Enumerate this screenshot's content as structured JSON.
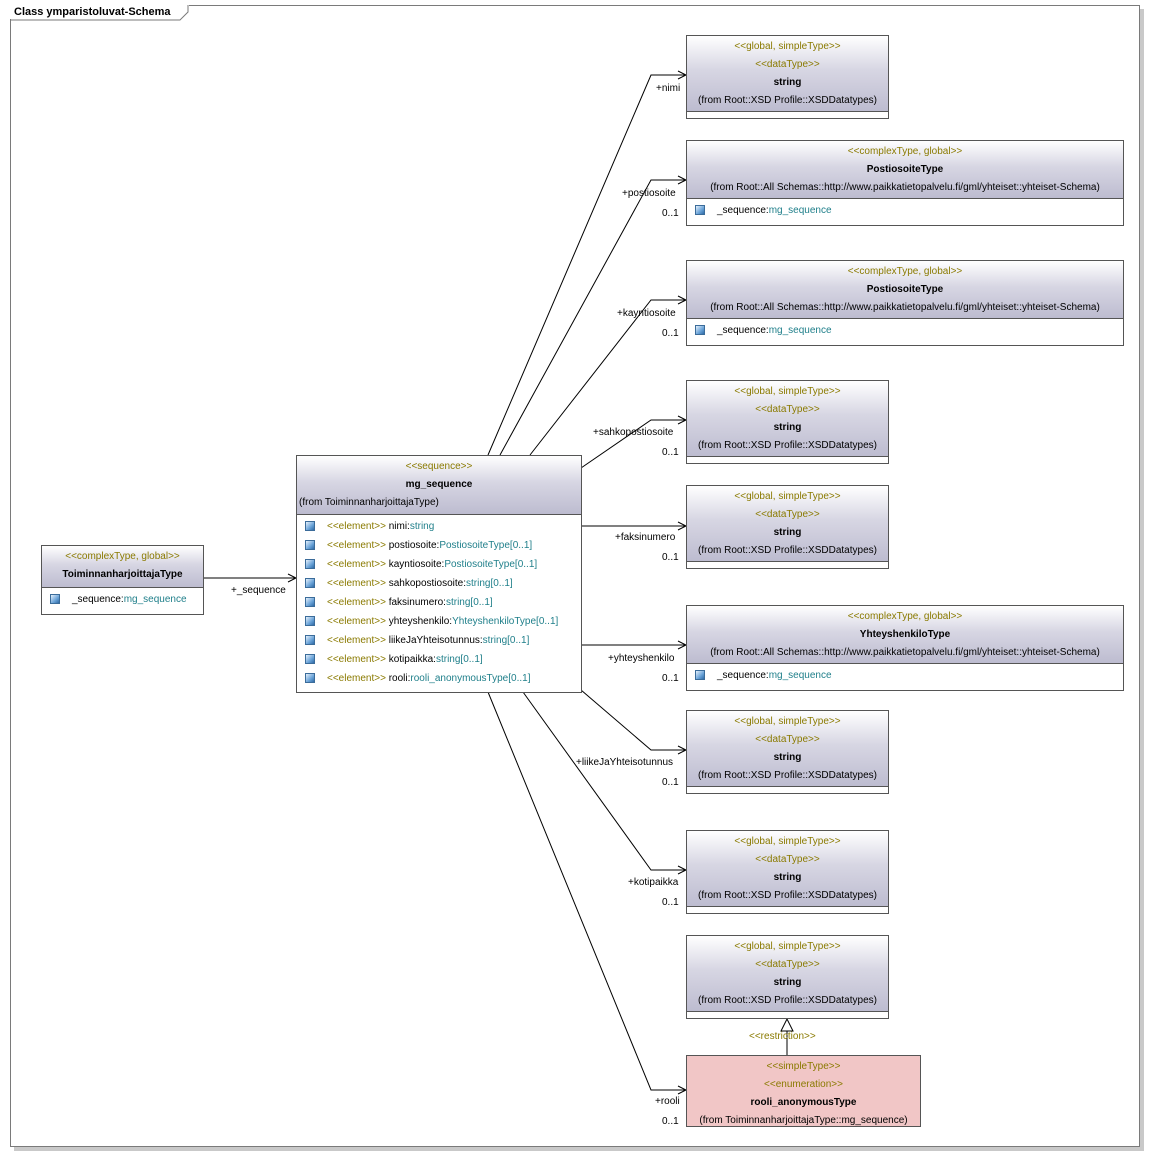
{
  "frame": {
    "title": "Class ymparistoluvat-Schema"
  },
  "classes": {
    "toiminnan": {
      "stereotype": "<<complexType, global>>",
      "name": "ToiminnanharjoittajaType",
      "attr": {
        "name": "_sequence:",
        "type": "mg_sequence"
      }
    },
    "mg": {
      "stereotype": "<<sequence>>",
      "name": "mg_sequence",
      "from": "(from ToiminnanharjoittajaType)",
      "attrs": [
        {
          "st": "<<element>>",
          "name": " nimi:",
          "type": "string",
          "mult": ""
        },
        {
          "st": "<<element>>",
          "name": " postiosoite:",
          "type": "PostiosoiteType",
          "mult": "[0..1]"
        },
        {
          "st": "<<element>>",
          "name": " kayntiosoite:",
          "type": "PostiosoiteType",
          "mult": "[0..1]"
        },
        {
          "st": "<<element>>",
          "name": " sahkopostiosoite:",
          "type": "string",
          "mult": "[0..1]"
        },
        {
          "st": "<<element>>",
          "name": " faksinumero:",
          "type": "string",
          "mult": "[0..1]"
        },
        {
          "st": "<<element>>",
          "name": " yhteyshenkilo:",
          "type": "YhteyshenkiloType",
          "mult": "[0..1]"
        },
        {
          "st": "<<element>>",
          "name": " liikeJaYhteisotunnus:",
          "type": "string",
          "mult": "[0..1]"
        },
        {
          "st": "<<element>>",
          "name": " kotipaikka:",
          "type": "string",
          "mult": "[0..1]"
        },
        {
          "st": "<<element>>",
          "name": " rooli:",
          "type": "rooli_anonymousType",
          "mult": "[0..1]"
        }
      ]
    },
    "str": {
      "st1": "<<global, simpleType>>",
      "st2": "<<dataType>>",
      "name": "string",
      "from": "(from Root::XSD Profile::XSDDatatypes)"
    },
    "posti": {
      "stereotype": "<<complexType, global>>",
      "name": "PostiosoiteType",
      "from": "(from Root::All Schemas::http://www.paikkatietopalvelu.fi/gml/yhteiset::yhteiset-Schema)",
      "attr": {
        "name": "_sequence:",
        "type": "mg_sequence"
      }
    },
    "yhteys": {
      "stereotype": "<<complexType, global>>",
      "name": "YhteyshenkiloType",
      "from": "(from Root::All Schemas::http://www.paikkatietopalvelu.fi/gml/yhteiset::yhteiset-Schema)",
      "attr": {
        "name": "_sequence:",
        "type": "mg_sequence"
      }
    },
    "rooli": {
      "st1": "<<simpleType>>",
      "st2": "<<enumeration>>",
      "name": "rooli_anonymousType",
      "from": "(from ToiminnanharjoittajaType::mg_sequence)"
    }
  },
  "connectors": {
    "sequence": "+_sequence",
    "nimi": "+nimi",
    "postiosoite": "+postiosoite",
    "kayntiosoite": "+kayntiosoite",
    "sahkopostiosoite": "+sahkopostiosoite",
    "faksinumero": "+faksinumero",
    "yhteyshenkilo": "+yhteyshenkilo",
    "liike": "+liikeJaYhteisotunnus",
    "kotipaikka": "+kotipaikka",
    "rooli": "+rooli",
    "mult": "0..1",
    "restriction": "<<restriction>>"
  }
}
